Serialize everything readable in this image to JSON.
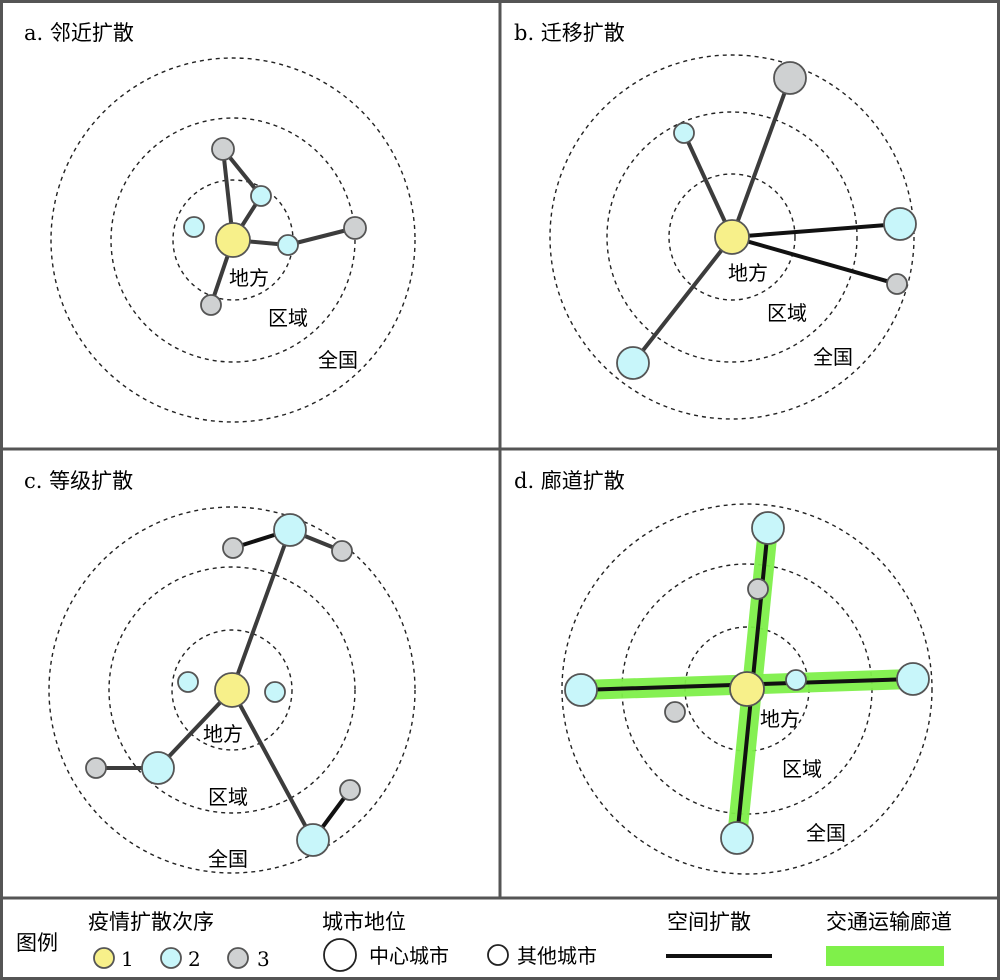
{
  "panels": [
    {
      "id": "a",
      "title": "a. 邻近扩散",
      "rings": [
        "地方",
        "区域",
        "全国"
      ]
    },
    {
      "id": "b",
      "title": "b. 迁移扩散",
      "rings": [
        "地方",
        "区域",
        "全国"
      ]
    },
    {
      "id": "c",
      "title": "c. 等级扩散",
      "rings": [
        "地方",
        "区域",
        "全国"
      ]
    },
    {
      "id": "d",
      "title": "d. 廊道扩散",
      "rings": [
        "地方",
        "区域",
        "全国"
      ]
    }
  ],
  "legend": {
    "title": "图例",
    "order_title": "疫情扩散次序",
    "order_items": [
      {
        "label": "1",
        "color": "#f7f08a"
      },
      {
        "label": "2",
        "color": "#c8f6fa"
      },
      {
        "label": "3",
        "color": "#cfd1d2"
      }
    ],
    "city_title": "城市地位",
    "city_items": [
      {
        "label": "中心城市",
        "kind": "center"
      },
      {
        "label": "其他城市",
        "kind": "other"
      }
    ],
    "spread_label": "空间扩散",
    "corridor_label": "交通运输廊道"
  },
  "colors": {
    "order1": "#f7f08a",
    "order2": "#c8f6fa",
    "order3": "#cfd1d2",
    "corridor": "#7ff04a",
    "line": "#3c3c3c"
  }
}
